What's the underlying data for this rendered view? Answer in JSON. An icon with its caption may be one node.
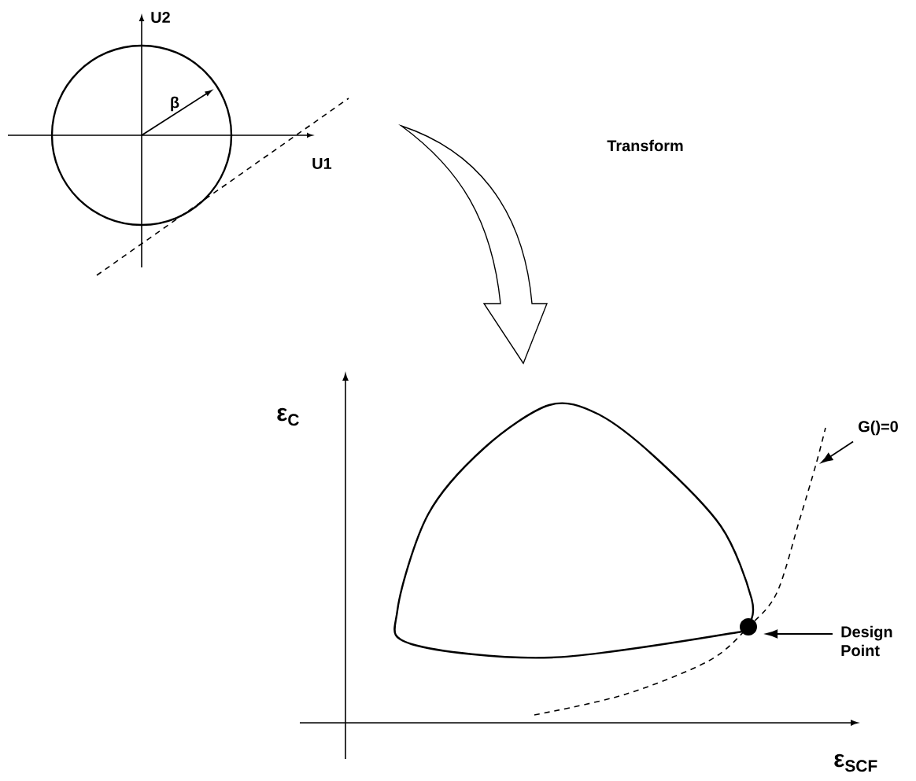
{
  "diagram": {
    "nodes": [
      {
        "text": [
          "G()=0"
        ]
      },
      {
        "text": [
          "Design Point"
        ]
      },
      {
        "text": [],
        "shape": "circle"
      }
    ],
    "edges": [
      {
        "from": 0,
        "to": null,
        "arrow": "to"
      },
      {
        "from": 1,
        "to": 2,
        "arrow": "to"
      }
    ],
    "labels": [
      "U2",
      "β",
      "U1",
      "Transform",
      "ε$_{C}$",
      "ε$_{SCF}$"
    ]
  }
}
